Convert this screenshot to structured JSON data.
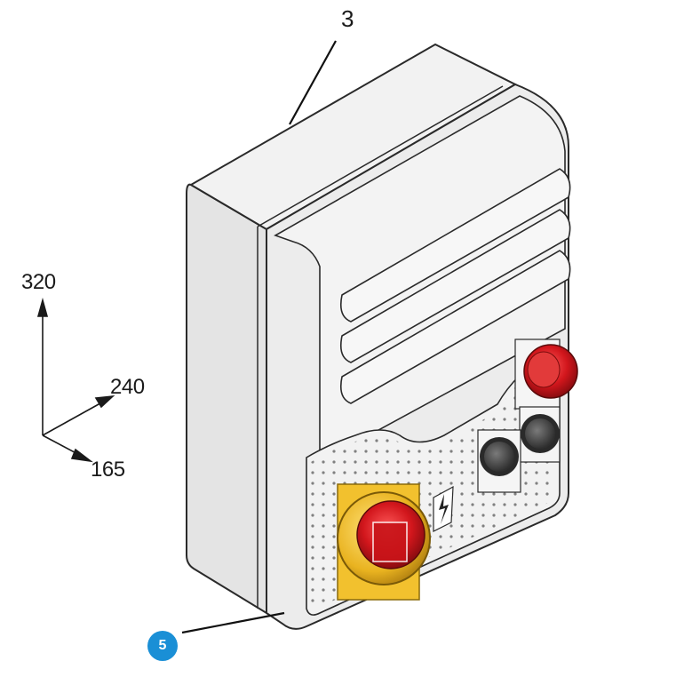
{
  "callouts": {
    "top": "3",
    "bottom": "5"
  },
  "dimensions": {
    "height": "320",
    "width": "240",
    "depth": "165"
  },
  "colors": {
    "body": "#ebebeb",
    "body_light": "#f4f4f4",
    "outline": "#2a2a2a",
    "accent_red": "#d2161c",
    "accent_yellow": "#f2c12e",
    "button_grey": "#4d4d4d",
    "badge_blue": "#1a8fd6"
  },
  "components": {
    "main_switch_icon": "lightning-icon",
    "stop_button_icon": "emergency-stop-icon"
  }
}
